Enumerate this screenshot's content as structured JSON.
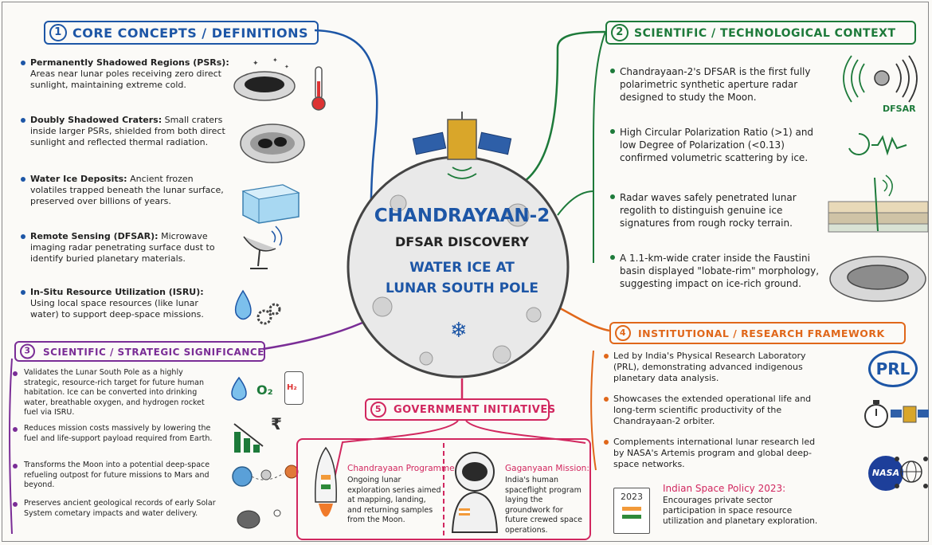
{
  "core": {
    "title": "CORE CONCEPTS / DEFINITIONS",
    "num": "1",
    "items": [
      {
        "term": "Permanently Shadowed Regions (PSRs):",
        "text": "Areas near lunar poles receiving zero direct sunlight, maintaining extreme cold."
      },
      {
        "term": "Doubly Shadowed Craters:",
        "text": "Small craters inside larger PSRs, shielded from both direct sunlight and reflected thermal radiation."
      },
      {
        "term": "Water Ice Deposits:",
        "text": "Ancient frozen volatiles trapped beneath the lunar surface, preserved over billions of years."
      },
      {
        "term": "Remote Sensing (DFSAR):",
        "text": "Microwave imaging radar penetrating surface dust to identify buried planetary materials."
      },
      {
        "term": "In-Situ Resource Utilization (ISRU):",
        "text": "Using local space resources (like lunar water) to support deep-space missions."
      }
    ]
  },
  "context": {
    "title": "SCIENTIFIC / TECHNOLOGICAL CONTEXT",
    "num": "2",
    "items": [
      "Chandrayaan-2's DFSAR is the first fully polarimetric synthetic aperture radar designed to study the Moon.",
      "High Circular Polarization Ratio (>1) and low Degree of Polarization (<0.13) confirmed volumetric scattering by ice.",
      "Radar waves safely penetrated lunar regolith to distinguish genuine ice signatures from rough rocky terrain.",
      "A 1.1-km-wide crater inside the Faustini basin displayed \"lobate-rim\" morphology, suggesting impact on ice-rich ground."
    ],
    "dfsar_label": "DFSAR"
  },
  "significance": {
    "title": "SCIENTIFIC / STRATEGIC SIGNIFICANCE",
    "num": "3",
    "items": [
      "Validates the Lunar South Pole as a highly strategic, resource-rich target for future human habitation. Ice can be converted into drinking water, breathable oxygen, and hydrogen rocket fuel via ISRU.",
      "Reduces mission costs massively by lowering the fuel and life-support payload required from Earth.",
      "Transforms the Moon into a potential deep-space refueling outpost for future missions to Mars and beyond.",
      "Preserves ancient geological records of early Solar System cometary impacts and water delivery."
    ],
    "o2": "O₂",
    "h2": "H₂",
    "rupee": "₹"
  },
  "institutional": {
    "title": "INSTITUTIONAL / RESEARCH FRAMEWORK",
    "num": "4",
    "items": [
      "Led by India's Physical Research Laboratory (PRL), demonstrating advanced indigenous planetary data analysis.",
      "Showcases the extended operational life and long-term scientific productivity of the Chandrayaan-2 orbiter.",
      "Complements international lunar research led by NASA's Artemis program and global deep-space networks."
    ],
    "prl": "PRL",
    "nasa": "NASA",
    "policy_title": "Indian Space Policy 2023:",
    "policy_text": "Encourages private sector participation in space resource utilization and planetary exploration.",
    "policy_year": "2023"
  },
  "government": {
    "title": "GOVERNMENT INITIATIVES",
    "num": "5",
    "chandrayaan_title": "Chandrayaan Programme:",
    "chandrayaan_text": "Ongoing lunar exploration series aimed at mapping, landing, and returning samples from the Moon.",
    "gaganyaan_title": "Gaganyaan Mission:",
    "gaganyaan_text": "India's human spaceflight program laying the groundwork for future crewed space operations."
  },
  "center": {
    "line1": "CHANDRAYAAN-2",
    "line2": "DFSAR DISCOVERY",
    "line3": "WATER ICE AT",
    "line4": "LUNAR SOUTH POLE"
  },
  "colors": {
    "blue": "#1d56a6",
    "green": "#1d7a3a",
    "purple": "#7a2d96",
    "orange": "#e0671a",
    "pink": "#d1275f"
  }
}
